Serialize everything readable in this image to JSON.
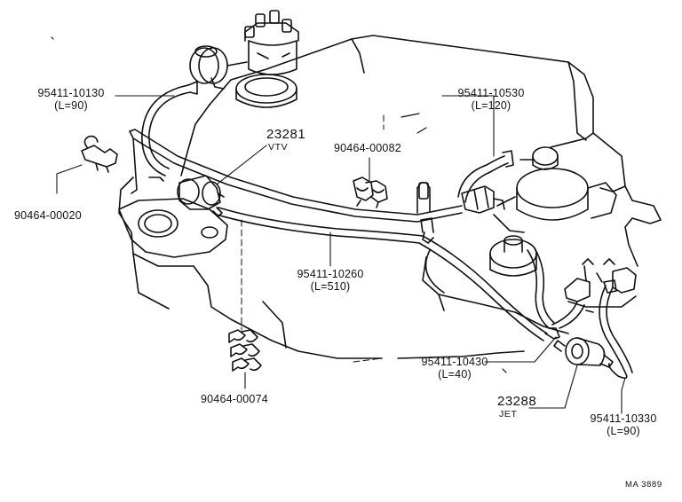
{
  "diagram": {
    "parts": [
      {
        "id": "hose-top-left",
        "number": "95411-10130",
        "length": "(L=90)"
      },
      {
        "id": "hose-top-right",
        "number": "95411-10530",
        "length": "(L=120)"
      },
      {
        "id": "vtv",
        "number": "23281",
        "name": "VTV"
      },
      {
        "id": "clamp-middle",
        "number": "90464-00082"
      },
      {
        "id": "clamp-left",
        "number": "90464-00020"
      },
      {
        "id": "hose-long",
        "number": "95411-10260",
        "length": "(L=510)"
      },
      {
        "id": "hose-short",
        "number": "95411-10430",
        "length": "(L=40)"
      },
      {
        "id": "jet",
        "number": "23288",
        "name": "JET"
      },
      {
        "id": "hose-bottom-right",
        "number": "95411-10330",
        "length": "(L=90)"
      },
      {
        "id": "clamp-bottom",
        "number": "90464-00074"
      }
    ],
    "figure_code": "MA 3889"
  }
}
